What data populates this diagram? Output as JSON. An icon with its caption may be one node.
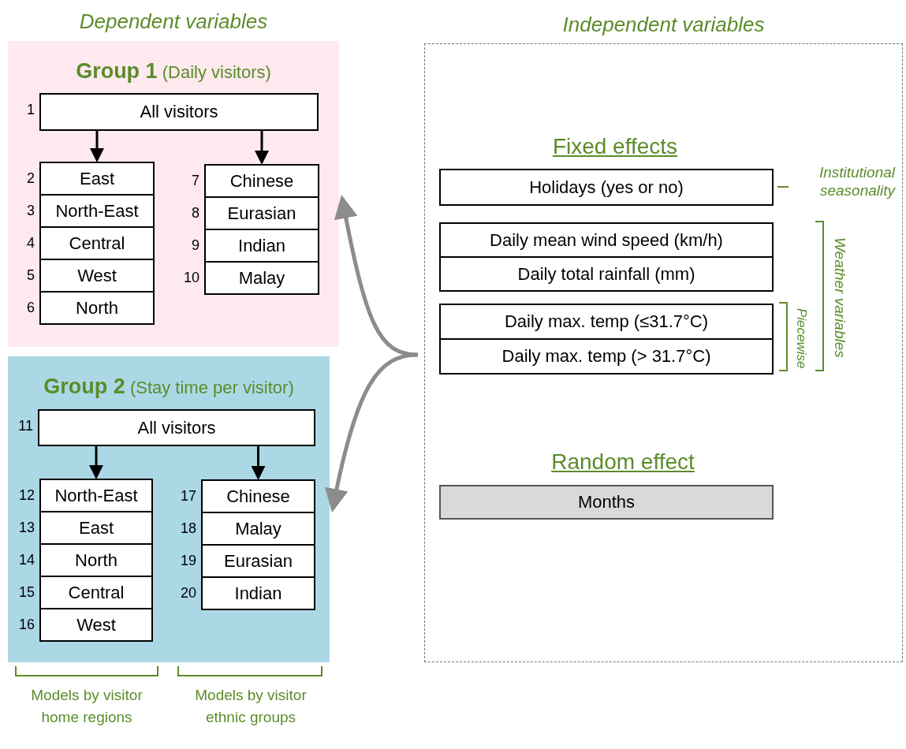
{
  "diagram": {
    "nodes": [
      {
        "text": [
          "**Group 1** (Daily visitors)"
        ]
      },
      {
        "text": [
          "All visitors"
        ],
        "in": 0,
        "beside": [
          "1"
        ]
      },
      {
        "text": [
          "East"
        ],
        "in": 0,
        "beside": [
          "2"
        ]
      },
      {
        "text": [
          "North-East"
        ],
        "in": 0,
        "beside": [
          "3"
        ]
      },
      {
        "text": [
          "Central"
        ],
        "in": 0,
        "beside": [
          "4"
        ]
      },
      {
        "text": [
          "West"
        ],
        "in": 0,
        "beside": [
          "5"
        ]
      },
      {
        "text": [
          "North"
        ],
        "in": 0,
        "beside": [
          "6"
        ]
      },
      {
        "text": [
          "Chinese"
        ],
        "in": 0,
        "beside": [
          "7"
        ]
      },
      {
        "text": [
          "Eurasian"
        ],
        "in": 0,
        "beside": [
          "8"
        ]
      },
      {
        "text": [
          "Indian"
        ],
        "in": 0,
        "beside": [
          "9"
        ]
      },
      {
        "text": [
          "Malay"
        ],
        "in": 0,
        "beside": [
          "10"
        ]
      },
      {
        "text": [
          "**Group 2** (Stay time per visitor)"
        ]
      },
      {
        "text": [
          "All visitors"
        ],
        "in": 11,
        "beside": [
          "11"
        ]
      },
      {
        "text": [
          "North-East"
        ],
        "in": 11,
        "beside": [
          "12"
        ]
      },
      {
        "text": [
          "East"
        ],
        "in": 11,
        "beside": [
          "13"
        ]
      },
      {
        "text": [
          "North"
        ],
        "in": 11,
        "beside": [
          "14"
        ]
      },
      {
        "text": [
          "Central"
        ],
        "in": 11,
        "beside": [
          "15"
        ]
      },
      {
        "text": [
          "West"
        ],
        "in": 11,
        "beside": [
          "16"
        ]
      },
      {
        "text": [
          "Chinese"
        ],
        "in": 11,
        "beside": [
          "17"
        ]
      },
      {
        "text": [
          "Malay"
        ],
        "in": 11,
        "beside": [
          "18"
        ]
      },
      {
        "text": [
          "Eurasian"
        ],
        "in": 11,
        "beside": [
          "19"
        ]
      },
      {
        "text": [
          "Indian"
        ],
        "in": 11,
        "beside": [
          "20"
        ]
      },
      {
        "text": [
          "Independent variables"
        ]
      },
      {
        "text": [
          "Holidays (yes or no)"
        ],
        "in": 22
      },
      {
        "text": [
          "Daily mean wind speed (km/h)"
        ],
        "in": 22
      },
      {
        "text": [
          "Daily total rainfall (mm)"
        ],
        "in": 22
      },
      {
        "text": [
          "Daily max. temp (≤31.7°C)"
        ],
        "in": 22
      },
      {
        "text": [
          "Daily max. temp (> 31.7°C)"
        ],
        "in": 22
      },
      {
        "text": [
          "Months"
        ],
        "in": 22
      }
    ],
    "edges": [
      {
        "from": 1,
        "to": 2,
        "arrow": "to"
      },
      {
        "from": 1,
        "to": 7,
        "arrow": "to"
      },
      {
        "from": 12,
        "to": 13,
        "arrow": "to"
      },
      {
        "from": 12,
        "to": 18,
        "arrow": "to"
      },
      {
        "from": 22,
        "to": 0,
        "arrow": "to",
        "color": "#8c8c8c"
      },
      {
        "from": 22,
        "to": 11,
        "arrow": "to",
        "color": "#8c8c8c"
      }
    ],
    "labels": [
      "Dependent variables",
      "Fixed effects",
      "Institutional seasonality",
      "Weather variables",
      "Piecewise",
      "Random effect",
      "Models by visitor home regions",
      "Models by visitor ethnic groups"
    ]
  }
}
